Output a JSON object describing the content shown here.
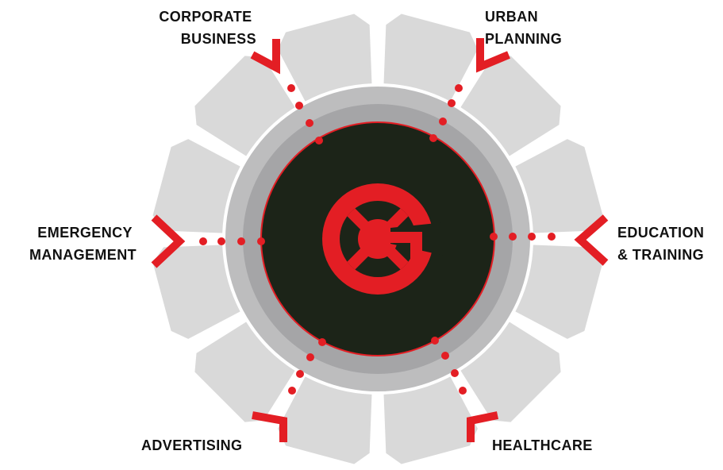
{
  "colors": {
    "accent": "#e31e24",
    "outer_gear": "#d9d9d9",
    "ring_light": "#bdbdbe",
    "ring_mid": "#a5a5a7",
    "core": "#1c2418",
    "text": "#111111"
  },
  "center": {
    "logo": "target-q-logo-icon"
  },
  "sectors": [
    {
      "id": "corporate-business",
      "icon": "chevron-pointer-icon",
      "lines": [
        "CORPORATE",
        "BUSINESS"
      ]
    },
    {
      "id": "urban-planning",
      "icon": "chevron-pointer-icon",
      "lines": [
        "URBAN",
        "PLANNING"
      ]
    },
    {
      "id": "emergency-management",
      "icon": "chevron-pointer-icon",
      "lines": [
        "EMERGENCY",
        "MANAGEMENT"
      ]
    },
    {
      "id": "education-training",
      "icon": "chevron-pointer-icon",
      "lines": [
        "EDUCATION",
        "& TRAINING"
      ]
    },
    {
      "id": "advertising",
      "icon": "chevron-pointer-icon",
      "lines": [
        "ADVERTISING"
      ]
    },
    {
      "id": "healthcare",
      "icon": "chevron-pointer-icon",
      "lines": [
        "HEALTHCARE"
      ]
    }
  ]
}
